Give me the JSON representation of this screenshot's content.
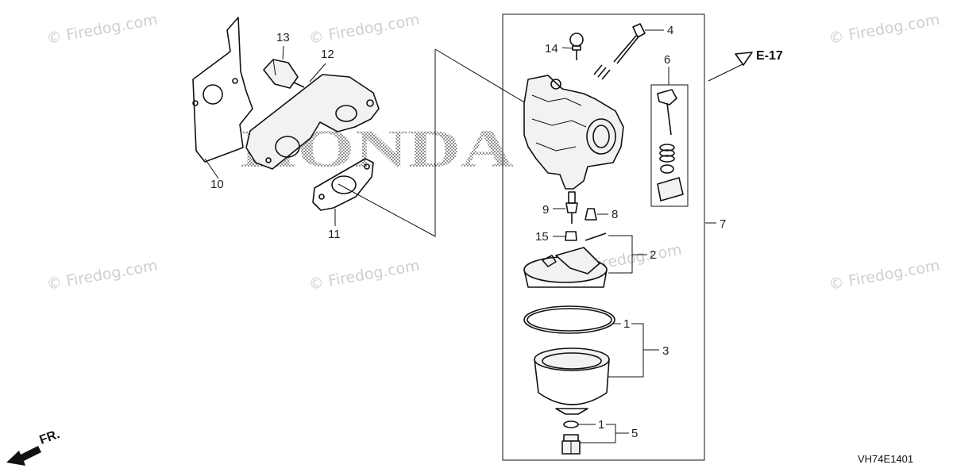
{
  "diagram": {
    "watermark_text": "© Firedog.com",
    "brand_logo_text": "HONDA",
    "reference_label": "E-17",
    "front_label": "FR.",
    "drawing_code": "VH74E1401",
    "callouts": {
      "c1a": "1",
      "c1b": "1",
      "c2": "2",
      "c3": "3",
      "c4": "4",
      "c5": "5",
      "c6": "6",
      "c7": "7",
      "c8": "8",
      "c9": "9",
      "c10": "10",
      "c11": "11",
      "c12": "12",
      "c13": "13",
      "c14": "14",
      "c15": "15"
    },
    "parts": [
      {
        "number": "1",
        "icon": "o-ring-icon"
      },
      {
        "number": "2",
        "icon": "float-icon"
      },
      {
        "number": "3",
        "icon": "float-chamber-icon"
      },
      {
        "number": "4",
        "icon": "pilot-screw-icon"
      },
      {
        "number": "5",
        "icon": "drain-bolt-icon"
      },
      {
        "number": "6",
        "icon": "valve-set-icon"
      },
      {
        "number": "7",
        "icon": "carburetor-assy-icon"
      },
      {
        "number": "8",
        "icon": "main-jet-icon"
      },
      {
        "number": "9",
        "icon": "nozzle-icon"
      },
      {
        "number": "10",
        "icon": "gasket-icon"
      },
      {
        "number": "11",
        "icon": "insulator-gasket-icon"
      },
      {
        "number": "12",
        "icon": "insulator-icon"
      },
      {
        "number": "13",
        "icon": "solenoid-valve-icon"
      },
      {
        "number": "14",
        "icon": "screw-icon"
      },
      {
        "number": "15",
        "icon": "slow-jet-icon"
      }
    ]
  }
}
